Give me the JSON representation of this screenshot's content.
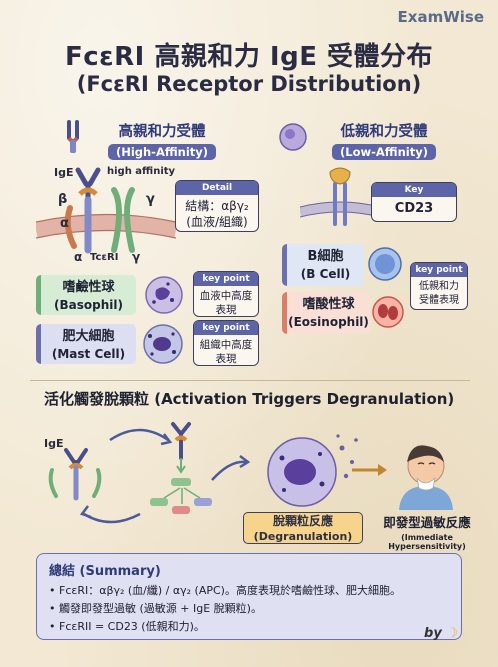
{
  "brand": "ExamWise",
  "title": "FcεRI 高親和力 IgE 受體分布",
  "subtitle": "(FcεRI Receptor Distribution)",
  "high_affinity": {
    "title": "高親和力受體",
    "sub": "(High-Affinity)",
    "labels": {
      "ige": "IgE",
      "high": "high affinity",
      "beta": "β",
      "alpha": "α",
      "gamma": "γ",
      "alpha2": "α",
      "gamma2": "γ",
      "receptor": "TcεRI"
    },
    "detail": {
      "head": "Detail",
      "line1": "結構：αβγ₂",
      "line2": "(血液/組織)"
    },
    "basophil": {
      "name": "嗜鹼性球",
      "en": "(Basophil)",
      "kp_head": "key point",
      "kp1": "血液中高度",
      "kp2": "表現"
    },
    "mast": {
      "name": "肥大細胞",
      "en": "(Mast Cell)",
      "kp_head": "key point",
      "kp1": "組織中高度",
      "kp2": "表現"
    }
  },
  "low_affinity": {
    "title": "低親和力受體",
    "sub": "(Low-Affinity)",
    "key": {
      "head": "Key",
      "value": "CD23"
    },
    "bcell": {
      "name": "B細胞",
      "en": "(B Cell)"
    },
    "eosinophil": {
      "name": "嗜酸性球",
      "en": "(Eosinophil)"
    },
    "kp": {
      "head": "key point",
      "l1": "低親和力",
      "l2": "受體表現"
    }
  },
  "activation": {
    "title": "活化觸發脫顆粒 (Activation Triggers Degranulation)",
    "ige": "IgE",
    "degranulation": {
      "t": "脫顆粒反應",
      "en": "(Degranulation)"
    },
    "immediate": {
      "t": "即發型過敏反應",
      "en": "(Immediate Hypersensitivity)"
    }
  },
  "summary": {
    "title": "總結 (Summary)",
    "items": [
      "FcεRI：αβγ₂ (血/纖) / αγ₂ (APC)。高度表現於嗜鹼性球、肥大細胞。",
      "觸發即發型過敏 (過敏源 + IgE 脫顆粒)。",
      "FcεRII = CD23 (低親和力)。"
    ]
  },
  "by": "by",
  "colors": {
    "accent": "#5e64a8",
    "basophil": "#d7ecd4",
    "mast": "#dcdff1",
    "bcell": "#dfe6f4",
    "eos": "#f9dfd6",
    "degr": "#f6d48b"
  }
}
